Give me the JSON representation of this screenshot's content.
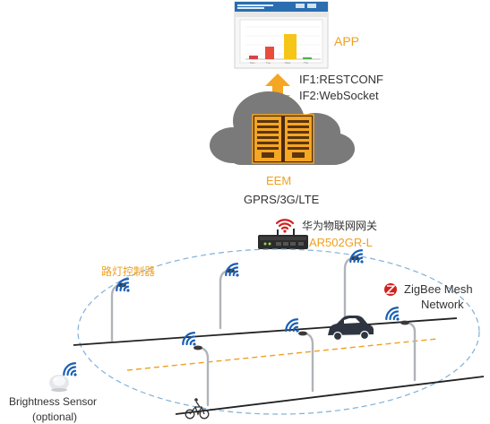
{
  "app": {
    "label": "APP",
    "screenshot_title": "Huawei IoT Street Light Management",
    "chart_axis_labels": [
      "Mon",
      "Tue",
      "Wed",
      "Thu"
    ]
  },
  "interfaces": {
    "line1": "IF1:RESTCONF",
    "line2": "IF2:WebSocket"
  },
  "cloud": {
    "server_label": "EEM",
    "network_label": "GPRS/3G/LTE"
  },
  "gateway": {
    "name_cn": "华为物联网网关",
    "model": "AR502GR-L"
  },
  "controller": {
    "label": "路灯控制器"
  },
  "zigbee": {
    "line1": "ZigBee Mesh",
    "line2": "Network"
  },
  "sensor": {
    "line1": "Brightness Sensor",
    "line2": "(optional)"
  },
  "colors": {
    "accent_orange": "#f0a020",
    "wifi_blue": "#1a5fb4",
    "wifi_red": "#d42020",
    "cloud_gray": "#7a7a7a",
    "mesh_dash": "#7fb0d8",
    "road_line": "#222222",
    "lane_dash": "#f0a020"
  }
}
